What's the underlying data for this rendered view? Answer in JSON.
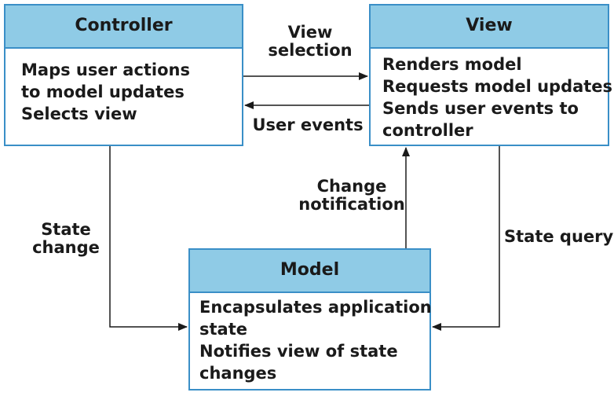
{
  "nodes": {
    "controller": {
      "title": "Controller",
      "lines": [
        "Maps user actions",
        "to model updates",
        "Selects view"
      ]
    },
    "view": {
      "title": "View",
      "lines": [
        "Renders model",
        "Requests model updates",
        "Sends user events to",
        "controller"
      ]
    },
    "model": {
      "title": "Model",
      "lines": [
        "Encapsulates application",
        "state",
        "Notifies view of state",
        "changes"
      ]
    }
  },
  "edges": {
    "view_selection": {
      "line1": "View",
      "line2": "selection"
    },
    "user_events": {
      "text": "User events"
    },
    "change_notification": {
      "line1": "Change",
      "line2": "notification"
    },
    "state_change": {
      "line1": "State",
      "line2": "change"
    },
    "state_query": {
      "text": "State query"
    }
  },
  "colors": {
    "header_fill": "#8fcbe6",
    "border": "#3a8fc7",
    "arrow": "#1a1a1a"
  }
}
